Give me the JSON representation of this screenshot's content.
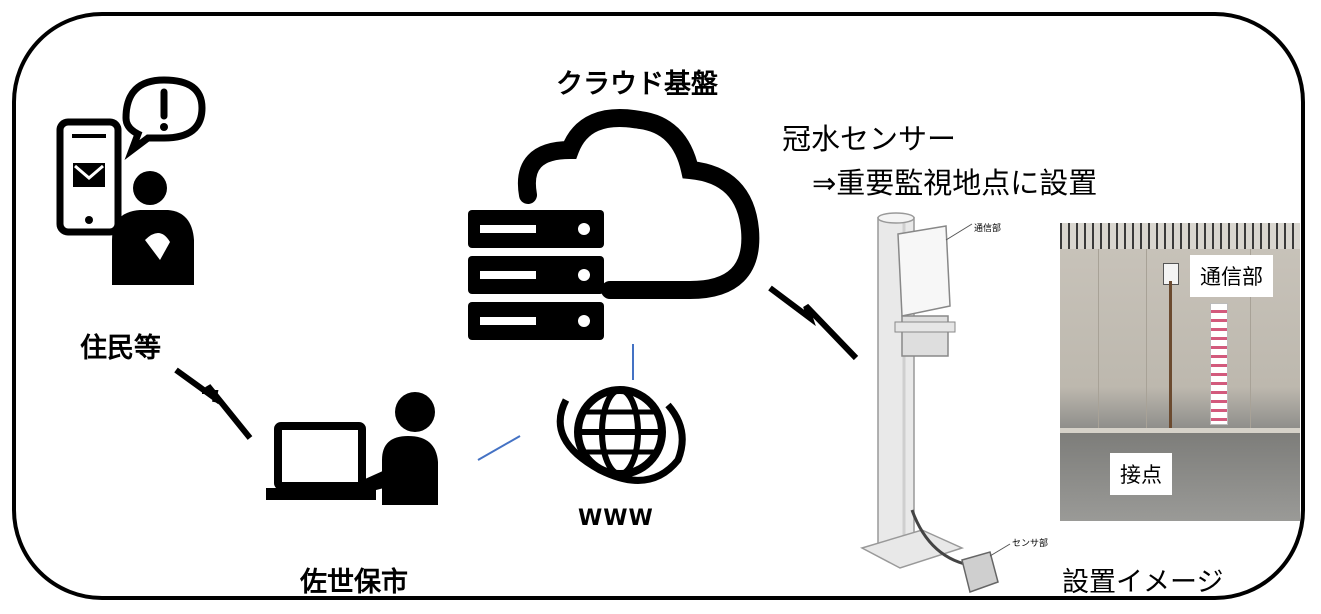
{
  "labels": {
    "cloud": "クラウド基盤",
    "residents": "住民等",
    "city": "佐世保市",
    "sensor_title": "冠水センサー",
    "sensor_note": "⇒重要監視地点に設置",
    "install_image": "設置イメージ",
    "comm_unit": "通信部",
    "contact": "接点",
    "www": "WWW",
    "small_comm": "通信部",
    "small_sensor": "センサ部"
  },
  "icons": {
    "phone": "smartphone-user-alert-icon",
    "cloud": "cloud-server-icon",
    "globe": "globe-www-icon",
    "pc": "person-at-laptop-icon"
  },
  "colors": {
    "link_line": "#4472c4",
    "ink": "#000000"
  }
}
